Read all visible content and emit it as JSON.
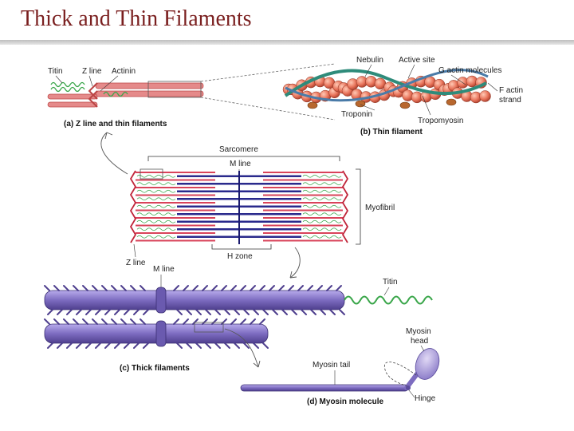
{
  "slide": {
    "title": "Thick and Thin Filaments"
  },
  "panel_a": {
    "caption": "(a) Z line and thin filaments",
    "labels": {
      "titin": "Titin",
      "z_line": "Z line",
      "actinin": "Actinin"
    }
  },
  "panel_b": {
    "caption": "(b) Thin filament",
    "labels": {
      "nebulin": "Nebulin",
      "active_site": "Active site",
      "g_actin": "G actin molecules",
      "f_actin_1": "F actin",
      "f_actin_2": "strand",
      "troponin": "Troponin",
      "tropomyosin": "Tropomyosin"
    }
  },
  "sarcomere": {
    "labels": {
      "sarcomere": "Sarcomere",
      "m_line": "M line",
      "myofibril": "Myofibril",
      "h_zone": "H zone",
      "z_line": "Z line"
    }
  },
  "panel_c": {
    "caption": "(c) Thick filaments",
    "labels": {
      "m_line": "M line",
      "titin": "Titin"
    }
  },
  "panel_d": {
    "caption": "(d) Myosin molecule",
    "labels": {
      "myosin_head_1": "Myosin",
      "myosin_head_2": "head",
      "myosin_tail": "Myosin tail",
      "hinge": "Hinge"
    }
  },
  "colors": {
    "title": "#7a1f1f",
    "thin_filament": "#d9435a",
    "thick_filament": "#2a2a8c",
    "actin_bead": "#e8735a",
    "tropomyosin": "#2e8b7a",
    "myosin": "#8a7bc8",
    "titin": "#3aa64a"
  }
}
